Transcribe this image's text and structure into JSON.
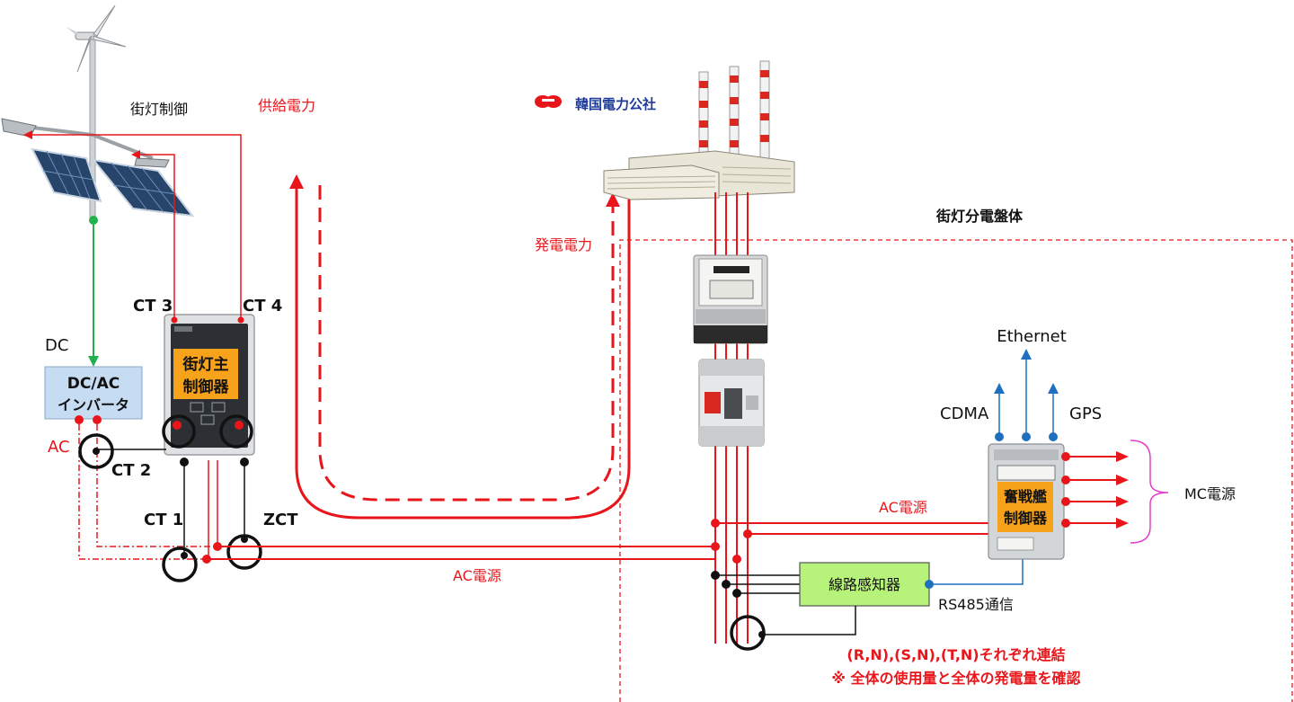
{
  "labels": {
    "streetlight_control": "街灯制御",
    "supply_power": "供給電力",
    "kepco_name": "韓国電力公社",
    "generated_power": "発電電力",
    "cabinet_title": "街灯分電盤体",
    "dc": "DC",
    "ac": "AC",
    "inverter_line1": "DC/AC",
    "inverter_line2": "インバータ",
    "ct1": "CT 1",
    "ct2": "CT 2",
    "ct3": "CT 3",
    "ct4": "CT 4",
    "zct": "ZCT",
    "main_ctrl_line1": "街灯主",
    "main_ctrl_line2": "制御器",
    "ac_power_left": "AC電源",
    "ac_power_right": "AC電源",
    "ethernet": "Ethernet",
    "cdma": "CDMA",
    "gps": "GPS",
    "sub_ctrl_line1": "奮戦艦",
    "sub_ctrl_line2": "制御器",
    "mc_power": "MC電源",
    "line_sensor": "線路感知器",
    "rs485": "RS485通信",
    "note_line1": "(R,N),(S,N),(T,N)それぞれ連結",
    "note_line2": "※ 全体の使用量と全体の発電量を確認"
  },
  "colors": {
    "red": "#e8161b",
    "black": "#111111",
    "green": "#22b14c",
    "blue": "#1f6fbf",
    "orange": "#f6a21a",
    "inverter_fill": "#c6dcf2",
    "sensor_fill": "#b7f27a",
    "magenta": "#e040c8"
  },
  "icons": {
    "streetlight": "wind-solar-streetlight-icon",
    "kepco_logo": "kepco-logo-icon",
    "power_plant": "power-plant-icon",
    "meter": "energy-meter-icon",
    "breaker": "circuit-breaker-icon"
  }
}
